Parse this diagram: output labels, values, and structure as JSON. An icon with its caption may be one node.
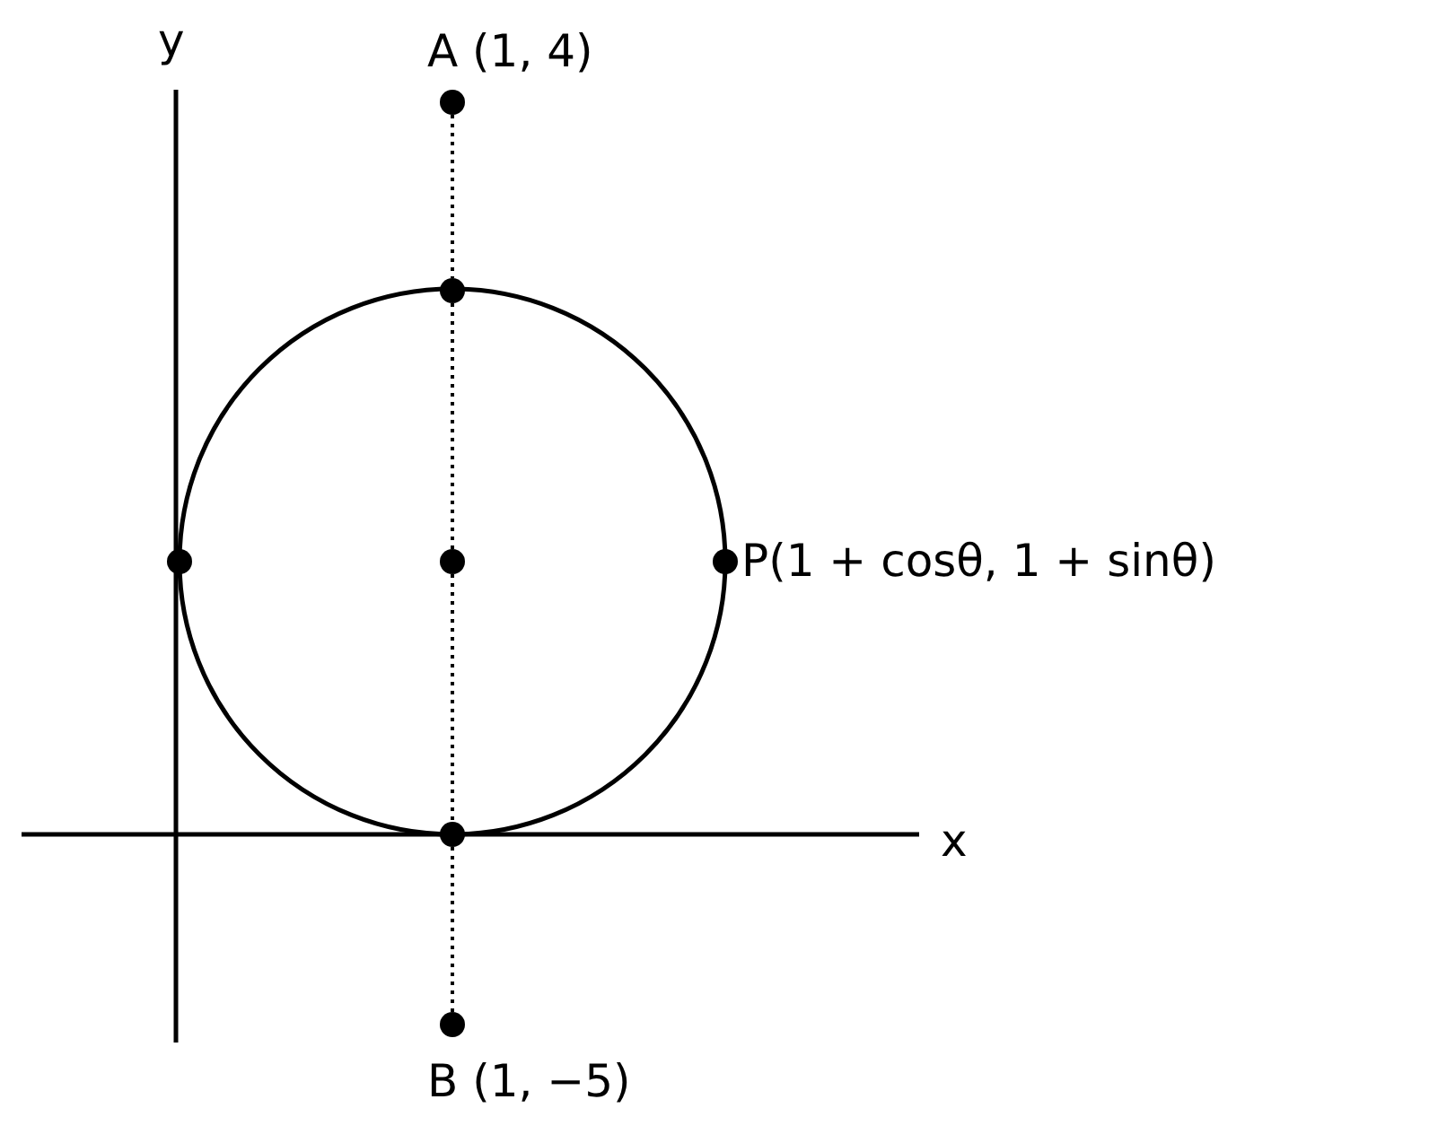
{
  "diagram": {
    "nodes": [
      {
        "text": [
          "A (1, 4)"
        ]
      },
      {
        "text": [],
        "shape": "circle"
      },
      {
        "text": [],
        "shape": "circle"
      },
      {
        "text": [],
        "shape": "circle"
      },
      {
        "text": [
          "P(1 + cosθ, 1 + sinθ)"
        ]
      },
      {
        "text": [],
        "shape": "circle"
      },
      {
        "text": [
          "B (1, −5)"
        ]
      }
    ],
    "edges": [
      {
        "from": 0,
        "to": 2,
        "arrow": "none",
        "style": "dashed"
      },
      {
        "from": 2,
        "to": 3,
        "arrow": "none",
        "style": "dashed"
      },
      {
        "from": 3,
        "to": 5,
        "arrow": "none",
        "style": "dashed"
      },
      {
        "from": 5,
        "to": 6,
        "arrow": "none",
        "style": "dashed"
      }
    ],
    "labels": [
      "y",
      "x"
    ]
  }
}
